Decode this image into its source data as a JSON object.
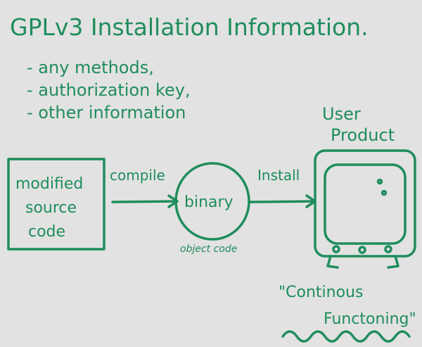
{
  "title": "GPLv3 Installation Information.",
  "bullets": [
    "- any methods,",
    "- authorization key,",
    "- other information"
  ],
  "user_product": {
    "line1": "User",
    "line2": "Product"
  },
  "source_box": {
    "line1": "modified",
    "line2": "source",
    "line3": "code"
  },
  "compile_label": "compile",
  "binary_label": "binary",
  "object_code_label": "object code",
  "install_label": "Install",
  "quote": {
    "line1": "\"Continous",
    "line2": "Functoning\""
  },
  "colors": {
    "ink": "#1f8d5c",
    "background": "#e2e2e2"
  }
}
